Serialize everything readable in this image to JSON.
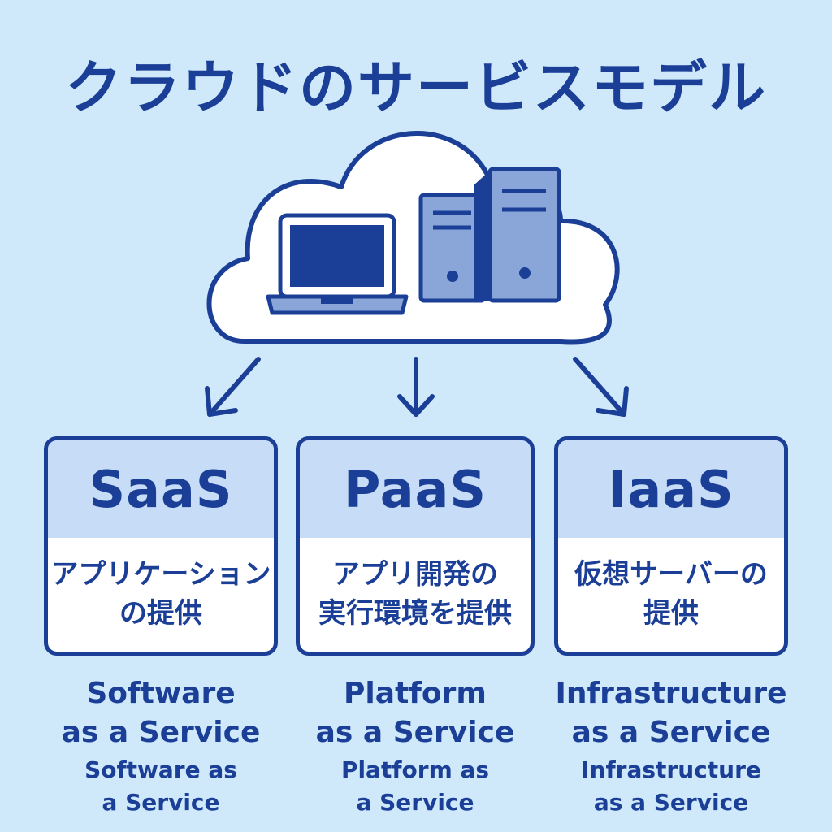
{
  "title": "クラウドのサービスモデル",
  "colors": {
    "background": "#cfe9fb",
    "primary": "#1b3f97",
    "card_header": "#c7dcf6",
    "device_fill": "#8aa6d8",
    "cloud_fill": "#ffffff"
  },
  "cloud": {
    "icons": [
      "laptop-icon",
      "server-tower-icon",
      "server-tower-icon"
    ]
  },
  "models": [
    {
      "abbr": "SaaS",
      "desc_line1": "アプリケーション",
      "desc_line2": "の提供",
      "caption_line1": "Software",
      "caption_line2": "as a Service",
      "sub_line1": "Software as",
      "sub_line2": "a Service"
    },
    {
      "abbr": "PaaS",
      "desc_line1": "アプリ開発の",
      "desc_line2": "実行環境を提供",
      "caption_line1": "Platform",
      "caption_line2": "as a Service",
      "sub_line1": "Platform as",
      "sub_line2": "a Service"
    },
    {
      "abbr": "IaaS",
      "desc_line1": "仮想サーバーの",
      "desc_line2": "提供",
      "caption_line1": "Infrastructure",
      "caption_line2": "as a Service",
      "sub_line1": "Infrastructure",
      "sub_line2": "as a Service"
    }
  ]
}
